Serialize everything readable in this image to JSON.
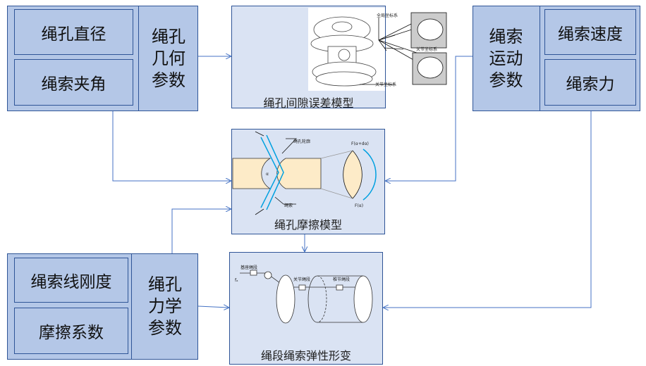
{
  "geometry_group": {
    "title": "绳孔\n几何\n参数",
    "items": [
      "绳孔直径",
      "绳索夹角"
    ]
  },
  "motion_group": {
    "title": "绳索\n运动\n参数",
    "items": [
      "绳索速度",
      "绳索力"
    ]
  },
  "mechanics_group": {
    "title": "绳孔\n力学\n参数",
    "items": [
      "绳索线刚度",
      "摩擦系数"
    ]
  },
  "clearance_panel": {
    "caption": "绳孔间隙误差模型",
    "labels": [
      "全局坐标系",
      "关节坐标系",
      "关节坐标系"
    ]
  },
  "friction_panel": {
    "caption": "绳孔摩擦模型",
    "labels": [
      "绳孔轮廓",
      "绳索",
      "F(α+dα)",
      "F(α)",
      "α"
    ]
  },
  "elastic_panel": {
    "caption": "绳段绳索弹性形变",
    "labels": [
      "基座绳段",
      "关节绳段",
      "椎节绳段",
      "fₐ"
    ]
  },
  "colors": {
    "box_fill": "#b4c7e7",
    "border": "#2f5597",
    "panel_fill": "#dae3f3",
    "arrow": "#4472c4",
    "part_fill": "#fdebc8"
  }
}
